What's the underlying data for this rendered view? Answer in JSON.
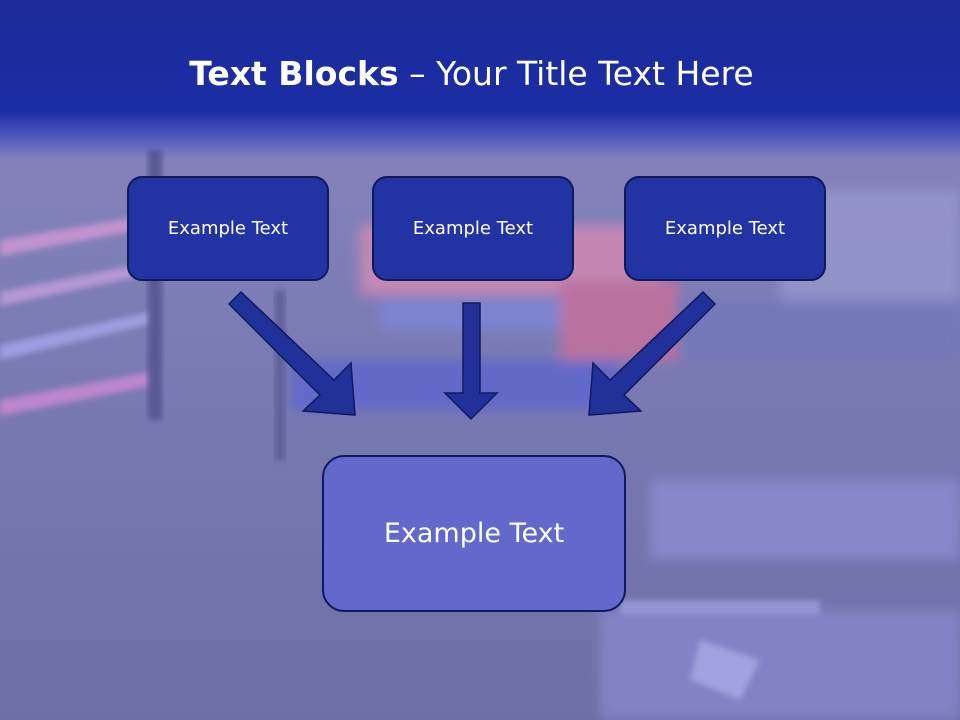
{
  "title": {
    "bold": "Text Blocks",
    "dash": " – ",
    "rest": "Your Title Text Here"
  },
  "blocks": {
    "left": "Example Text",
    "center": "Example Text",
    "right": "Example Text",
    "bottom": "Example Text"
  },
  "colors": {
    "title_band": "#1c2ea6",
    "small_block_fill": "#2233a3",
    "big_block_fill": "#6468cc",
    "arrow_fill": "#22309a",
    "border": "#0f1a5c"
  }
}
